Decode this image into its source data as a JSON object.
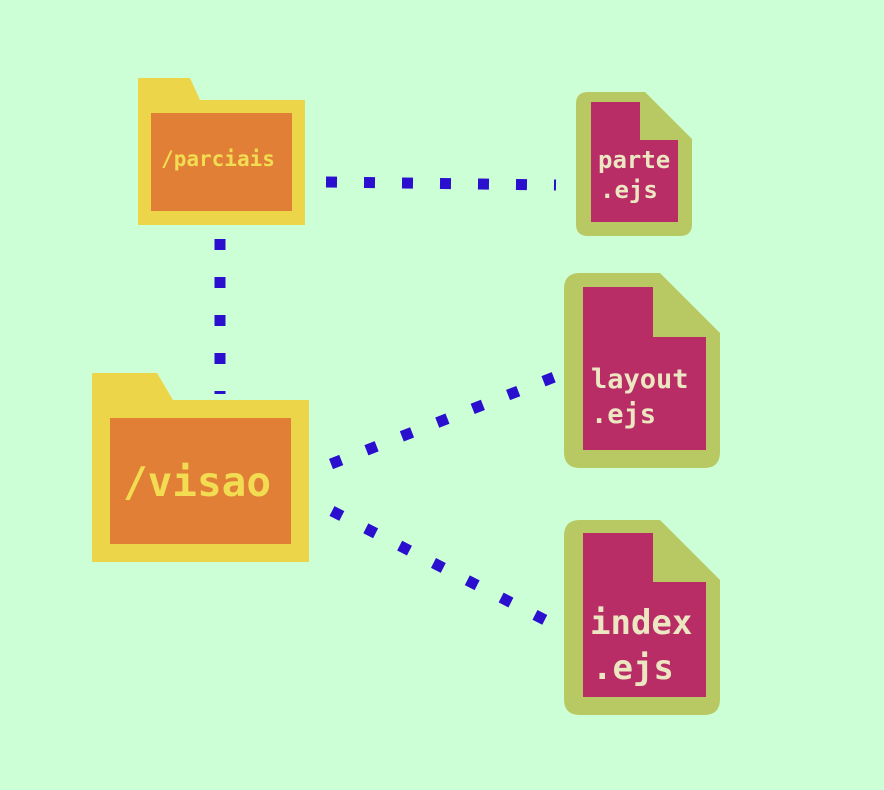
{
  "colors": {
    "background": "#ccffd6",
    "folder_outer": "#edd54a",
    "folder_inner": "#e07f35",
    "folder_label": "#f2dc52",
    "file_outer": "#b8c863",
    "file_inner": "#b82d66",
    "file_label": "#ece6c2",
    "connector": "#2a0fcf"
  },
  "folders": {
    "parciais": {
      "label": "/parciais"
    },
    "visao": {
      "label": "/visao"
    }
  },
  "files": {
    "parte": {
      "line1": "parte",
      "line2": ".ejs"
    },
    "layout": {
      "line1": "layout",
      "line2": ".ejs"
    },
    "index": {
      "line1": "index",
      "line2": ".ejs"
    }
  },
  "connections": [
    {
      "from": "parciais",
      "to": "parte"
    },
    {
      "from": "parciais",
      "to": "visao"
    },
    {
      "from": "visao",
      "to": "layout"
    },
    {
      "from": "visao",
      "to": "index"
    }
  ]
}
